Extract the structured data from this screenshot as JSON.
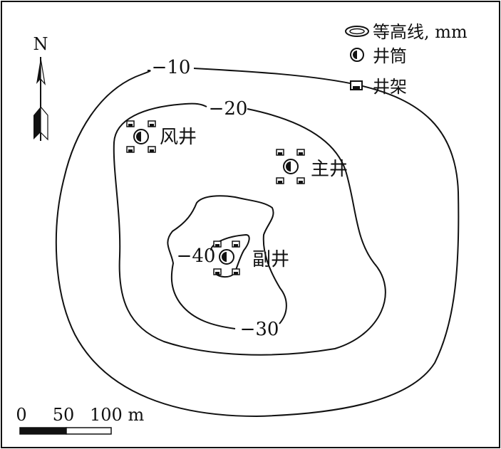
{
  "north": {
    "label": "N"
  },
  "legend": {
    "contour_label": "等高线, mm",
    "shaft_label": "井筒",
    "headframe_label": "井架"
  },
  "contours": [
    {
      "label": "−10",
      "value": -10
    },
    {
      "label": "−20",
      "value": -20
    },
    {
      "label": "−30",
      "value": -30
    },
    {
      "label": "−40",
      "value": -40
    }
  ],
  "shafts": [
    {
      "name": "风井"
    },
    {
      "name": "主井"
    },
    {
      "name": "副井"
    }
  ],
  "scale_bar": {
    "tick_0": "0",
    "tick_50": "50",
    "tick_100": "100 m"
  }
}
